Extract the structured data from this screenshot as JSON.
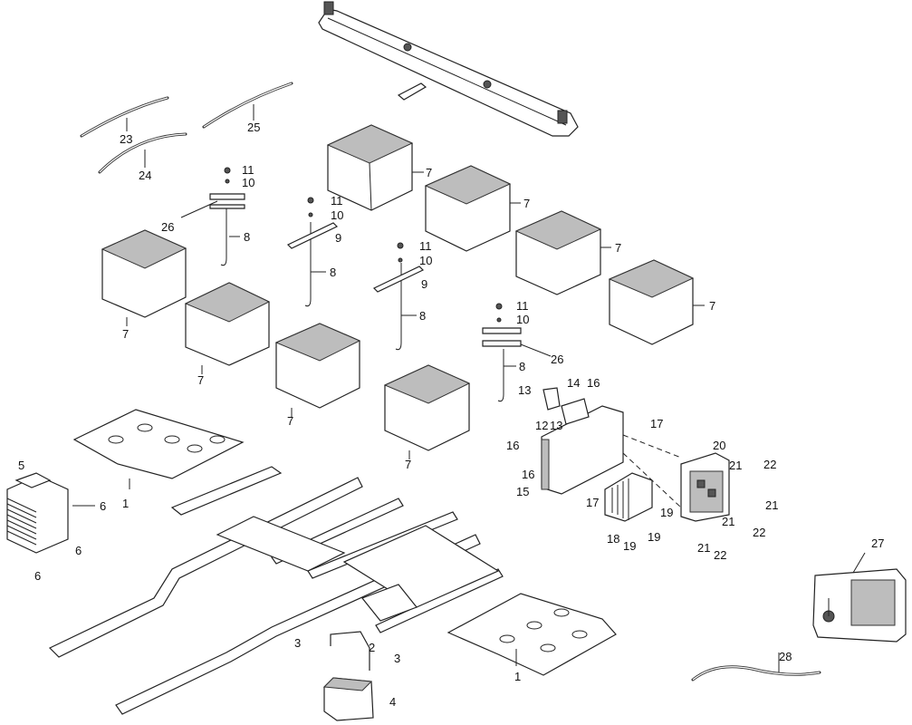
{
  "diagram": {
    "labels": [
      {
        "text": "1"
      },
      {
        "text": "1"
      },
      {
        "text": "2"
      },
      {
        "text": "3"
      },
      {
        "text": "3"
      },
      {
        "text": "4"
      },
      {
        "text": "5"
      },
      {
        "text": "6"
      },
      {
        "text": "6"
      },
      {
        "text": "6"
      },
      {
        "text": "7"
      },
      {
        "text": "7"
      },
      {
        "text": "7"
      },
      {
        "text": "7"
      },
      {
        "text": "7"
      },
      {
        "text": "7"
      },
      {
        "text": "7"
      },
      {
        "text": "7"
      },
      {
        "text": "8"
      },
      {
        "text": "8"
      },
      {
        "text": "8"
      },
      {
        "text": "8"
      },
      {
        "text": "9"
      },
      {
        "text": "9"
      },
      {
        "text": "10"
      },
      {
        "text": "10"
      },
      {
        "text": "10"
      },
      {
        "text": "10"
      },
      {
        "text": "11"
      },
      {
        "text": "11"
      },
      {
        "text": "11"
      },
      {
        "text": "11"
      },
      {
        "text": "12"
      },
      {
        "text": "13"
      },
      {
        "text": "13"
      },
      {
        "text": "14"
      },
      {
        "text": "15"
      },
      {
        "text": "16"
      },
      {
        "text": "16"
      },
      {
        "text": "16"
      },
      {
        "text": "17"
      },
      {
        "text": "17"
      },
      {
        "text": "18"
      },
      {
        "text": "19"
      },
      {
        "text": "19"
      },
      {
        "text": "19"
      },
      {
        "text": "20"
      },
      {
        "text": "21"
      },
      {
        "text": "21"
      },
      {
        "text": "21"
      },
      {
        "text": "21"
      },
      {
        "text": "22"
      },
      {
        "text": "22"
      },
      {
        "text": "22"
      },
      {
        "text": "23"
      },
      {
        "text": "24"
      },
      {
        "text": "25"
      },
      {
        "text": "26"
      },
      {
        "text": "26"
      },
      {
        "text": "27"
      },
      {
        "text": "28"
      }
    ]
  }
}
